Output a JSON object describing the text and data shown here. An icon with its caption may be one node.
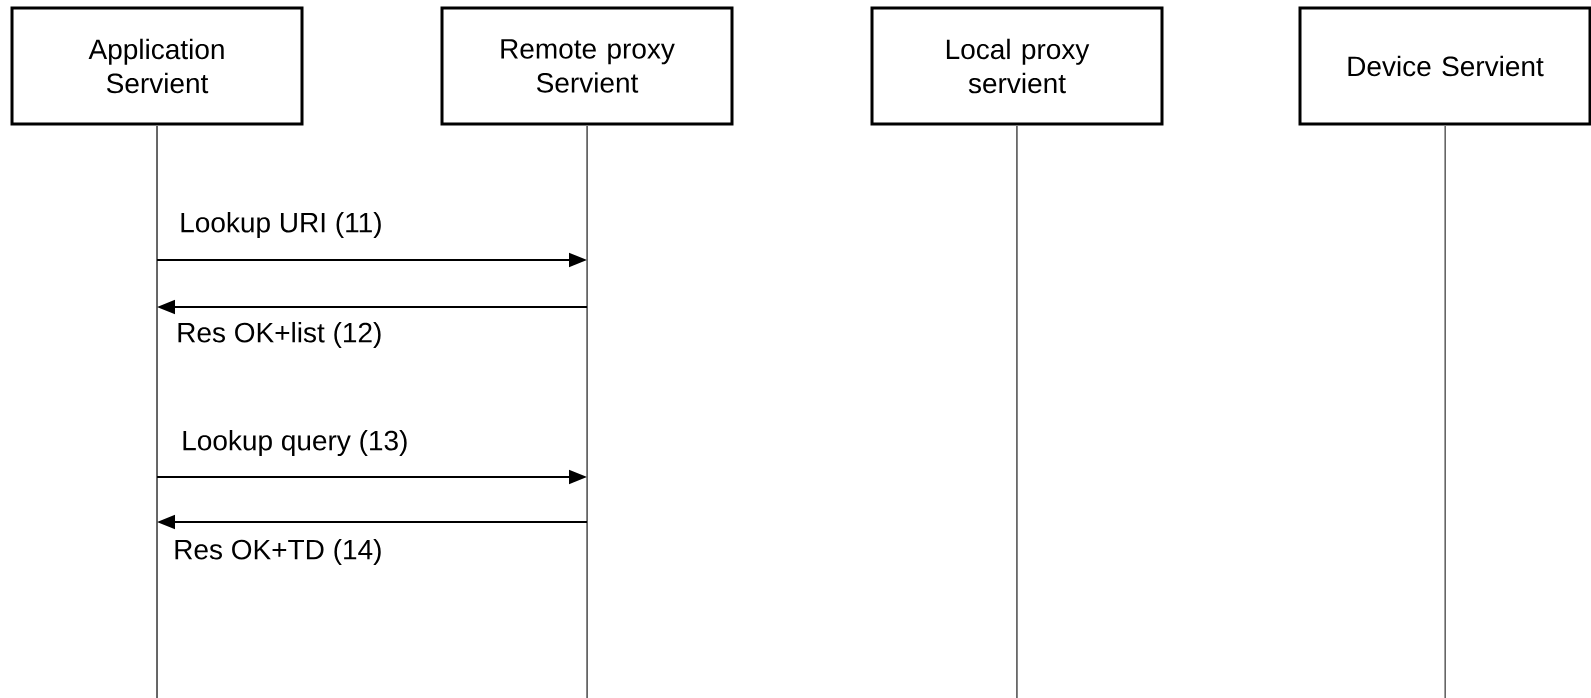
{
  "diagram": {
    "nodes": [
      {
        "text": [
          "Application Servient"
        ]
      },
      {
        "text": [
          "Remote proxy Servient"
        ]
      },
      {
        "text": [
          "Local proxy servient"
        ]
      },
      {
        "text": [
          "Device Servient"
        ]
      },
      {
        "text": [],
        "shape": "line"
      },
      {
        "text": [],
        "shape": "line"
      },
      {
        "text": [],
        "shape": "line"
      },
      {
        "text": [],
        "shape": "line"
      }
    ],
    "edges": [
      {
        "from": 4,
        "to": 5,
        "arrow": "to",
        "label": "Lookup URI (11)"
      },
      {
        "from": 5,
        "to": 4,
        "arrow": "to",
        "label": "Res OK+list (12)"
      },
      {
        "from": 4,
        "to": 5,
        "arrow": "to",
        "label": "Lookup query (13)"
      },
      {
        "from": 5,
        "to": 4,
        "arrow": "to",
        "label": "Res OK+TD (14)"
      }
    ]
  }
}
